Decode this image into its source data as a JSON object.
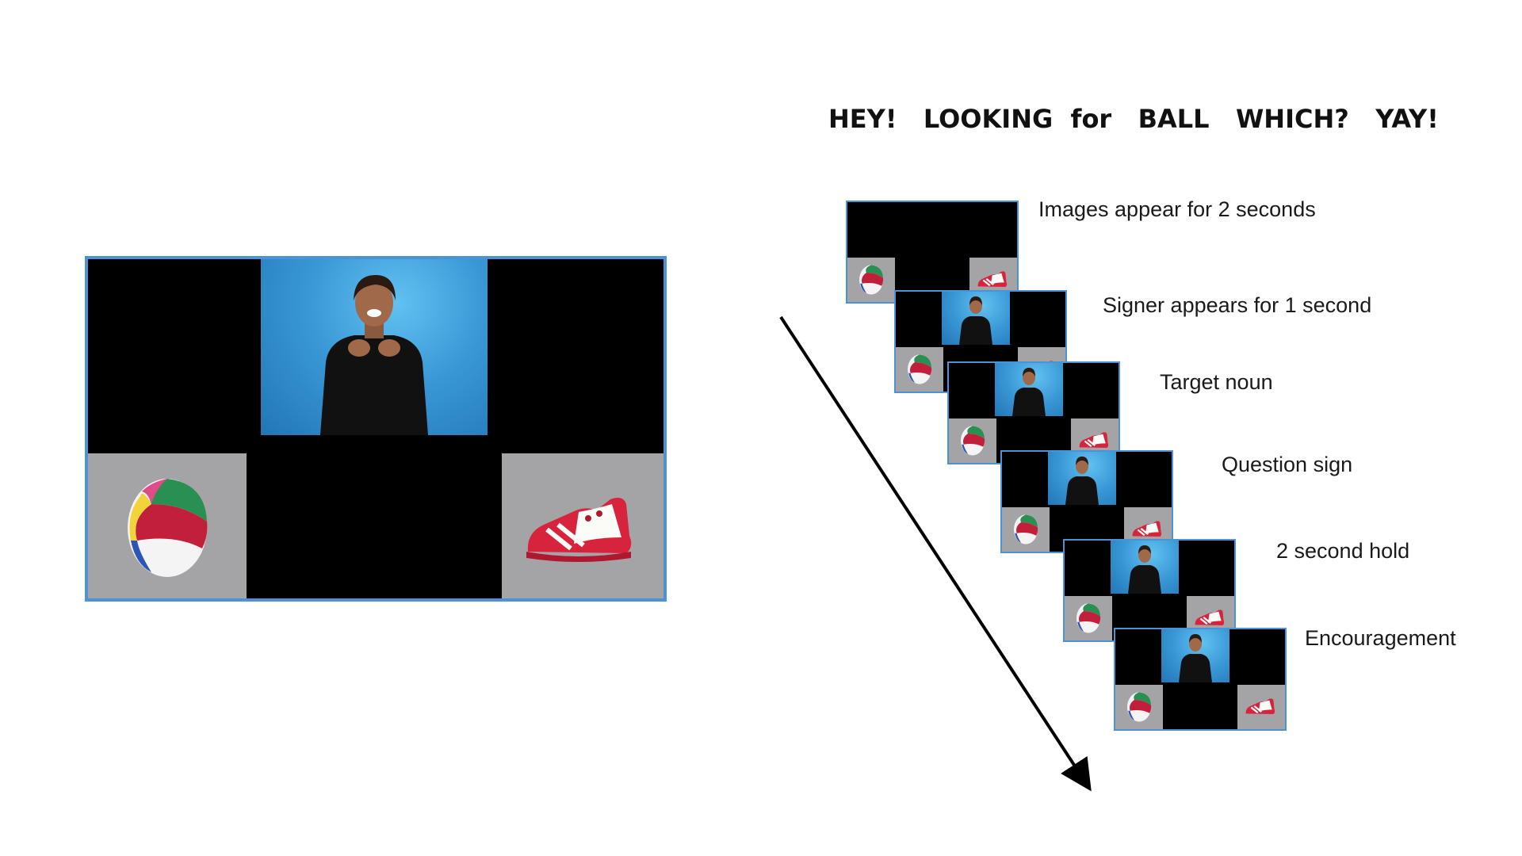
{
  "header": {
    "gloss": "HEY!   LOOKING  for   BALL   WHICH?   YAY!"
  },
  "steps": [
    {
      "label": "Images appear for 2 seconds",
      "signer": false
    },
    {
      "label": "Signer appears for 1 second",
      "signer": true
    },
    {
      "label": "Target noun",
      "signer": true
    },
    {
      "label": "Question sign",
      "signer": true
    },
    {
      "label": "2 second hold",
      "signer": true
    },
    {
      "label": "Encouragement",
      "signer": true
    }
  ],
  "icons": {
    "left_picture": "beach-ball-icon",
    "right_picture": "red-sneaker-icon",
    "signer": "signer-figure-icon"
  },
  "colors": {
    "frame_border": "#4b93d6",
    "video_background": "#3a98d6",
    "picture_background": "#a4a3a5",
    "screen_background": "#000000"
  }
}
